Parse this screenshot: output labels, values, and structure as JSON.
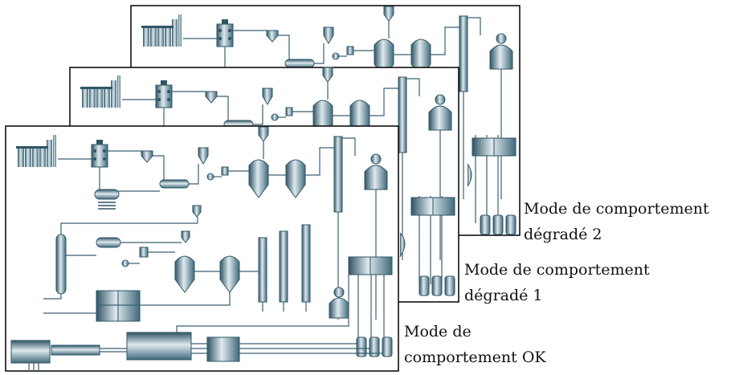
{
  "labels": {
    "degraded2": [
      "Mode de comportement",
      "dégradé 2"
    ],
    "degraded1": [
      "Mode de comportement",
      "dégradé 1"
    ],
    "ok": [
      "Mode de",
      "comportement OK"
    ]
  },
  "colors": {
    "equipment_dark": "#2f5566",
    "equipment_mid": "#7fa3b3",
    "equipment_light": "#dfe9ee",
    "pipe": "#3b6270",
    "panel_border": "#000000",
    "panel_bg": "#ffffff"
  },
  "icons": [
    "tank-icon",
    "reactor-icon",
    "distillation-column-icon",
    "heat-exchanger-icon",
    "pump-icon",
    "control-panel-icon"
  ]
}
